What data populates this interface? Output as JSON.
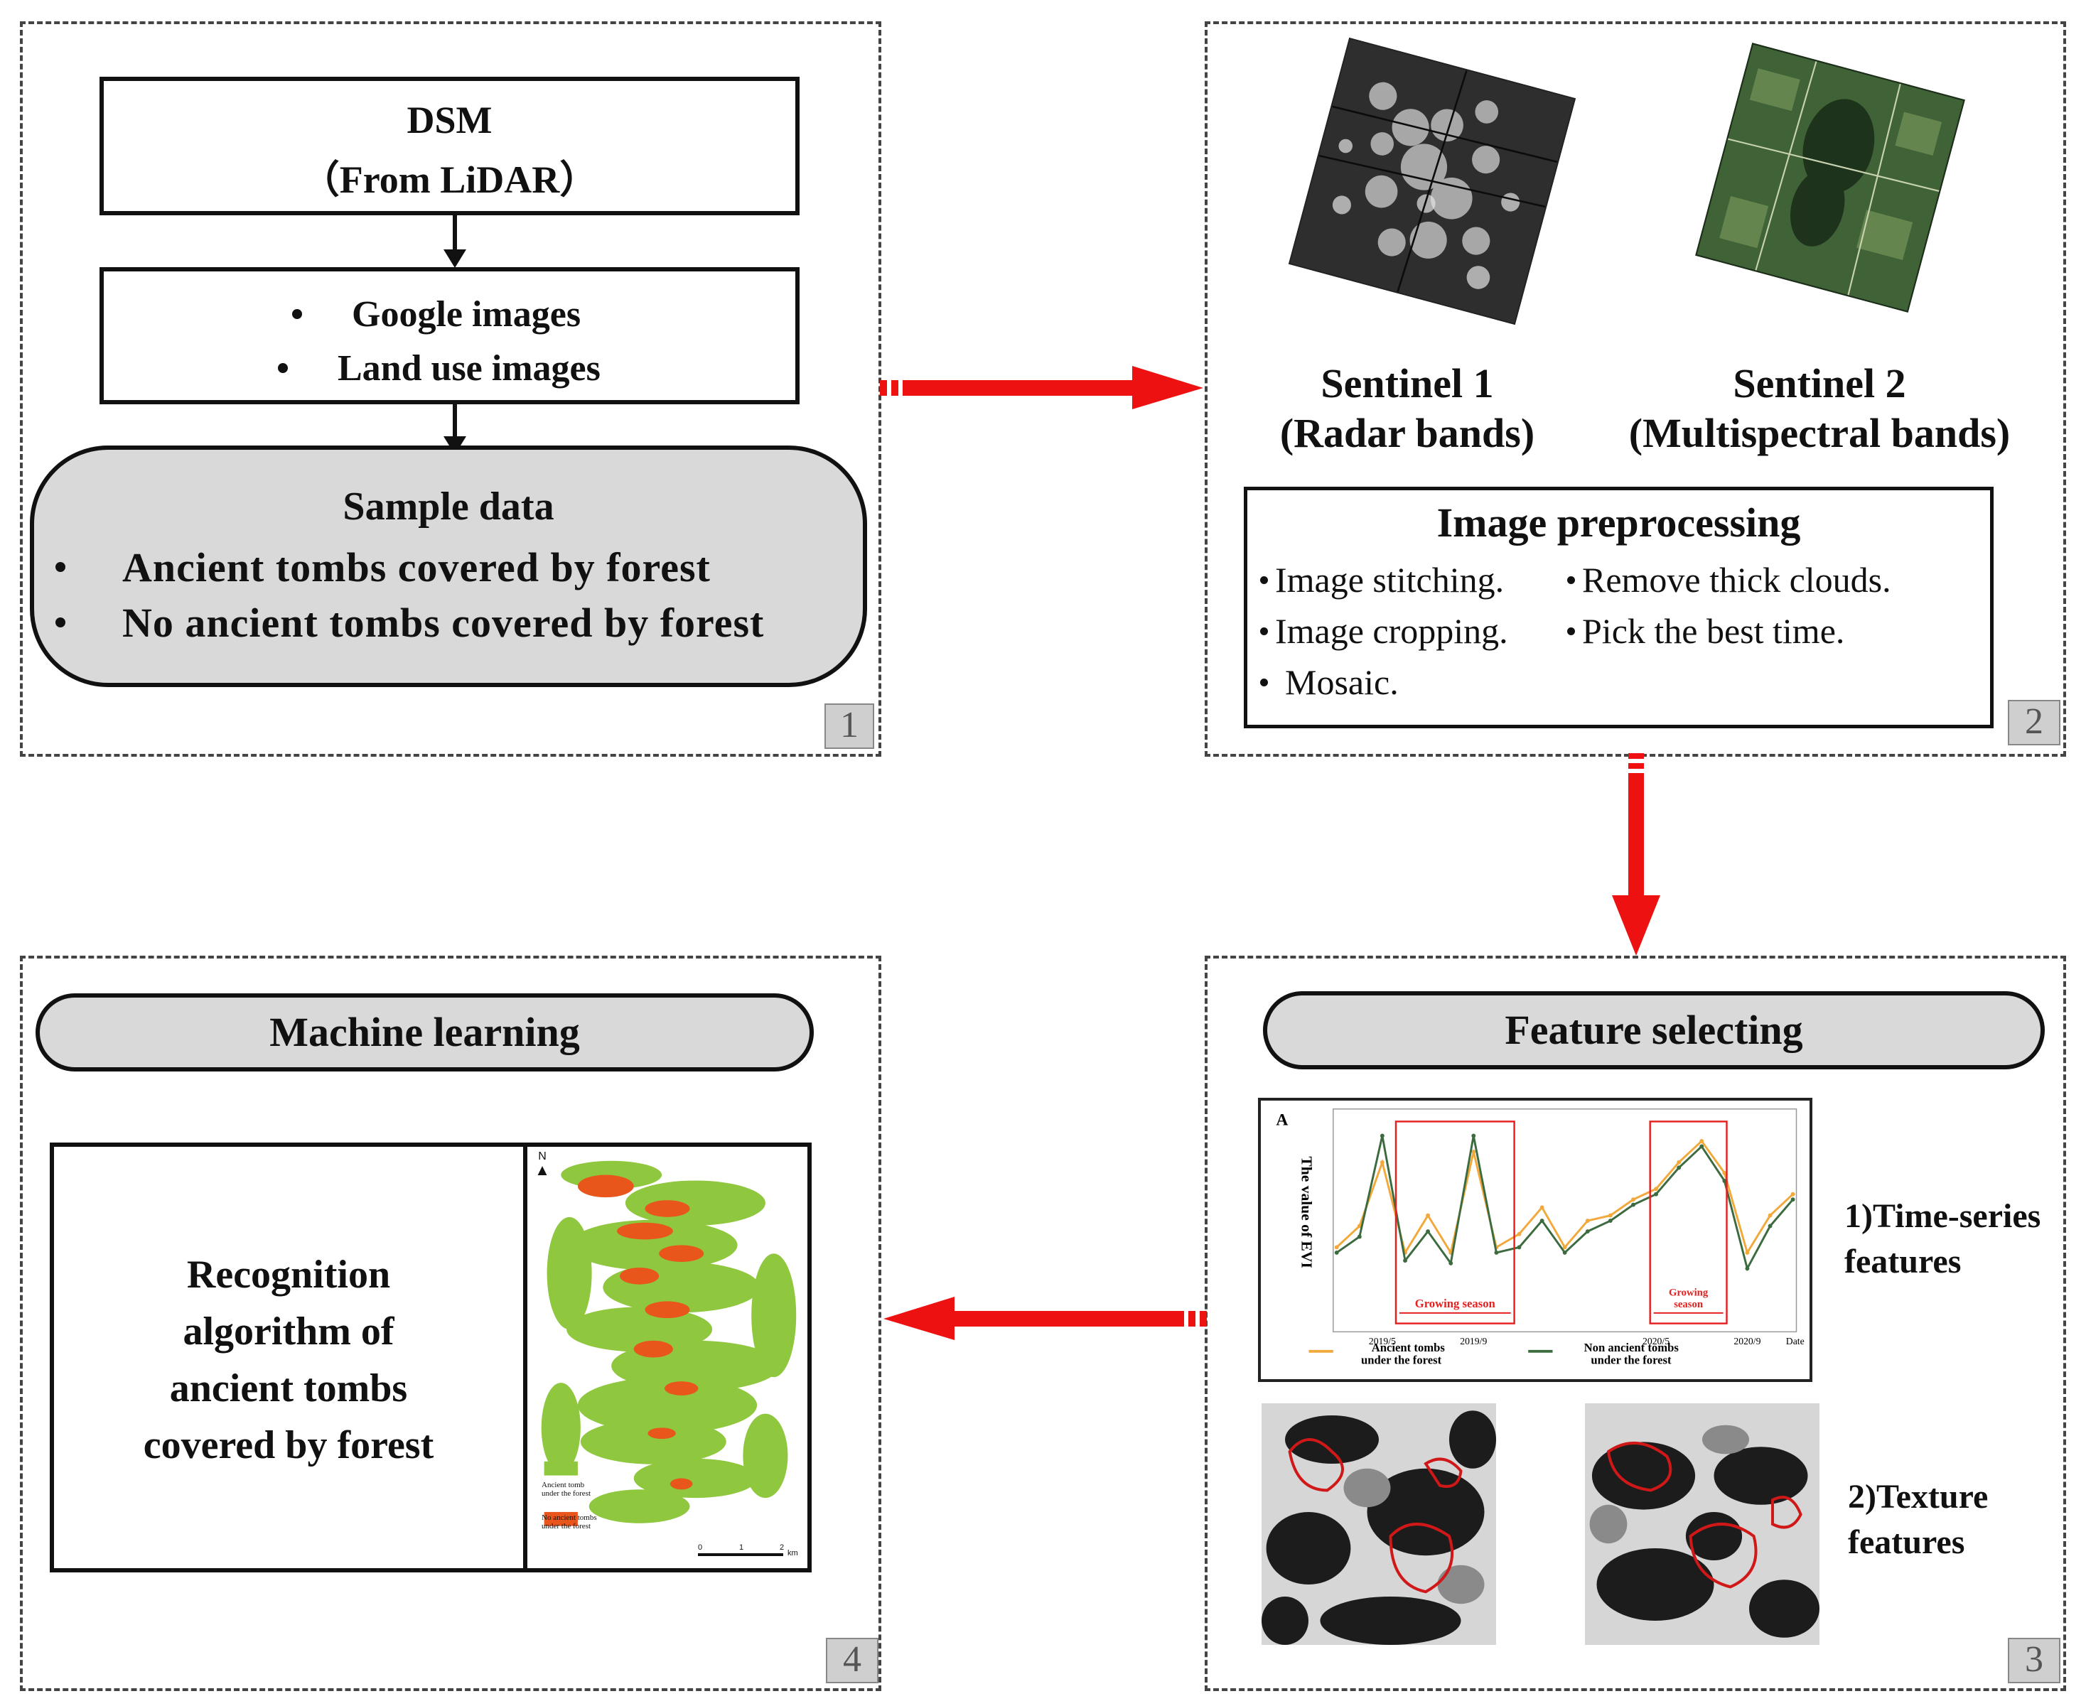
{
  "panel1": {
    "dsm_title": "DSM",
    "dsm_subtitle": "（From LiDAR）",
    "sources": [
      "Google images",
      "Land use images"
    ],
    "sample_title": "Sample data",
    "sample_items": [
      "Ancient tombs covered by forest",
      "No ancient tombs covered by forest"
    ],
    "badge": "1"
  },
  "panel2": {
    "sentinel1_name": "Sentinel 1",
    "sentinel1_bands": "(Radar bands)",
    "sentinel2_name": "Sentinel 2",
    "sentinel2_bands": "(Multispectral bands)",
    "preprocessing_title": "Image preprocessing",
    "steps_left": [
      "Image stitching.",
      "Image cropping.",
      "Mosaic."
    ],
    "steps_right": [
      "Remove thick clouds.",
      "Pick the best time."
    ],
    "badge": "2"
  },
  "panel3": {
    "title": "Feature selecting",
    "chart_label": "A",
    "ylabel": "The value of EVI",
    "x_ticks": [
      "2019/5",
      "2019/9",
      "2020/5",
      "2020/9"
    ],
    "x_axis_label": "Date",
    "season_label_1": "Growing season",
    "season_label_2a": "Growing",
    "season_label_2b": "season",
    "legend_1a": "Ancient tombs",
    "legend_1b": "under the forest",
    "legend_2a": "Non ancient tombs",
    "legend_2b": "under the forest",
    "feature_1a": "1)Time-series",
    "feature_1b": "features",
    "feature_2a": "2)Texture",
    "feature_2b": "features",
    "badge": "3"
  },
  "panel4": {
    "title": "Machine learning",
    "algorithm_lines": [
      "Recognition",
      "algorithm of",
      "ancient tombs",
      "covered by forest"
    ],
    "map_north": "N",
    "map_legend_1a": "Ancient tomb",
    "map_legend_1b": "under the forest",
    "map_legend_2a": "No ancient tombs",
    "map_legend_2b": "under the forest",
    "map_scale": [
      "0",
      "1",
      "2",
      "km"
    ],
    "badge": "4"
  },
  "colors": {
    "arrow_red": "#ee1111",
    "pill_gray": "#d9d9d9",
    "series_orange": "#f2a93b",
    "series_green": "#3d6b40",
    "map_green": "#8fc73e",
    "map_orange": "#e8561c"
  },
  "chart_data": {
    "type": "line",
    "x": [
      "2019/3",
      "2019/4",
      "2019/5",
      "2019/6",
      "2019/7",
      "2019/8",
      "2019/9",
      "2019/10",
      "2019/11",
      "2019/12",
      "2020/1",
      "2020/2",
      "2020/3",
      "2020/4",
      "2020/5",
      "2020/6",
      "2020/7",
      "2020/8",
      "2020/9",
      "2020/10",
      "2020/11"
    ],
    "x_ticks": [
      "2019/5",
      "2019/9",
      "2020/5",
      "2020/9"
    ],
    "xlabel": "Date",
    "ylabel": "The value of EVI",
    "series": [
      {
        "name": "Ancient tombs under the forest",
        "values": [
          0.3,
          0.38,
          0.62,
          0.28,
          0.42,
          0.28,
          0.66,
          0.3,
          0.35,
          0.45,
          0.3,
          0.4,
          0.42,
          0.48,
          0.52,
          0.62,
          0.7,
          0.58,
          0.28,
          0.42,
          0.5
        ]
      },
      {
        "name": "Non ancient tombs under the forest",
        "values": [
          0.28,
          0.34,
          0.72,
          0.25,
          0.36,
          0.24,
          0.72,
          0.28,
          0.3,
          0.4,
          0.28,
          0.36,
          0.4,
          0.46,
          0.5,
          0.6,
          0.68,
          0.55,
          0.22,
          0.38,
          0.48
        ]
      }
    ],
    "legend": "bottom"
  }
}
